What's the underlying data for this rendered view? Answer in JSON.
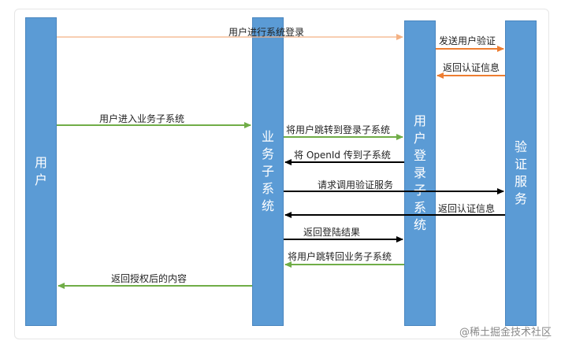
{
  "lanes": {
    "user": "用户",
    "business": "业务子系统",
    "login": "用户登录子系统",
    "auth": "验证服务"
  },
  "messages": [
    {
      "id": "m1",
      "label": "用户进行系统登录",
      "color": "#f4b183",
      "dir": "right"
    },
    {
      "id": "m2",
      "label": "发送用户验证",
      "color": "#ed7d31",
      "dir": "right"
    },
    {
      "id": "m3",
      "label": "返回认证信息",
      "color": "#ed7d31",
      "dir": "left"
    },
    {
      "id": "m4",
      "label": "用户进入业务子系统",
      "color": "#70ad47",
      "dir": "right"
    },
    {
      "id": "m5",
      "label": "将用户跳转到登录子系统",
      "color": "#70ad47",
      "dir": "right"
    },
    {
      "id": "m6",
      "label": "将 OpenId 传到子系统",
      "color": "#000000",
      "dir": "left"
    },
    {
      "id": "m7",
      "label": "请求调用验证服务",
      "color": "#000000",
      "dir": "right"
    },
    {
      "id": "m8",
      "label": "返回认证信息",
      "color": "#000000",
      "dir": "left"
    },
    {
      "id": "m9",
      "label": "返回登陆结果",
      "color": "#000000",
      "dir": "right"
    },
    {
      "id": "m10",
      "label": "将用户跳转回业务子系统",
      "color": "#70ad47",
      "dir": "left"
    },
    {
      "id": "m11",
      "label": "返回授权后的内容",
      "color": "#70ad47",
      "dir": "left"
    }
  ],
  "watermark": "@稀土掘金技术社区"
}
